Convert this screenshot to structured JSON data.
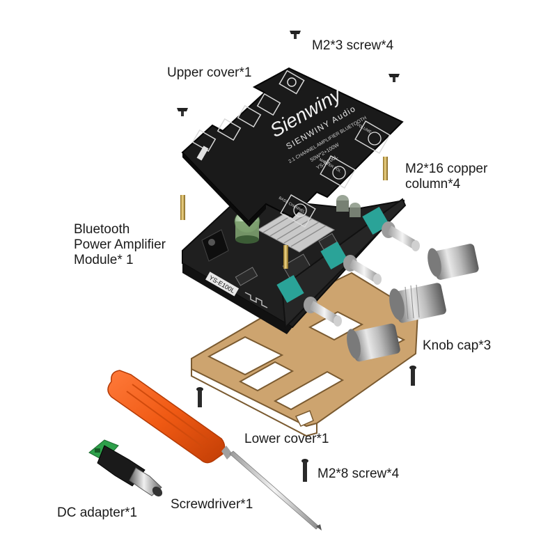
{
  "labels": {
    "upper_cover": "Upper cover*1",
    "m2x3_screw": "M2*3 screw*4",
    "m2x16_column": [
      "M2*16 copper",
      "column*4"
    ],
    "module": [
      "Bluetooth",
      "Power Amplifier",
      "Module* 1"
    ],
    "knob_cap": "Knob cap*3",
    "lower_cover": "Lower cover*1",
    "m2x8_screw": "M2*8 screw*4",
    "dc_adapter": "DC adapter*1",
    "screwdriver": "Screwdriver*1"
  },
  "panel_text": {
    "brand_script": "Sienwiny",
    "brand_audio": "SIENWINY Audio",
    "subtitle": "2.1 CHANNEL AMPLIFIER BLUETOOTH",
    "power": "50W*2+100W",
    "model": "YS-E100L",
    "knob_volume": "VOLUME",
    "knob_master": "MASTER VOL",
    "knob_bass": "BASS CHANNEL",
    "board_model": "YS-E100L"
  },
  "colors": {
    "board": "#1c1c1c",
    "acrylic": "#c49a63",
    "teal": "#2aa398",
    "screwdriver_handle": "#f05a14",
    "knob_metal": "#b8b8b8"
  }
}
